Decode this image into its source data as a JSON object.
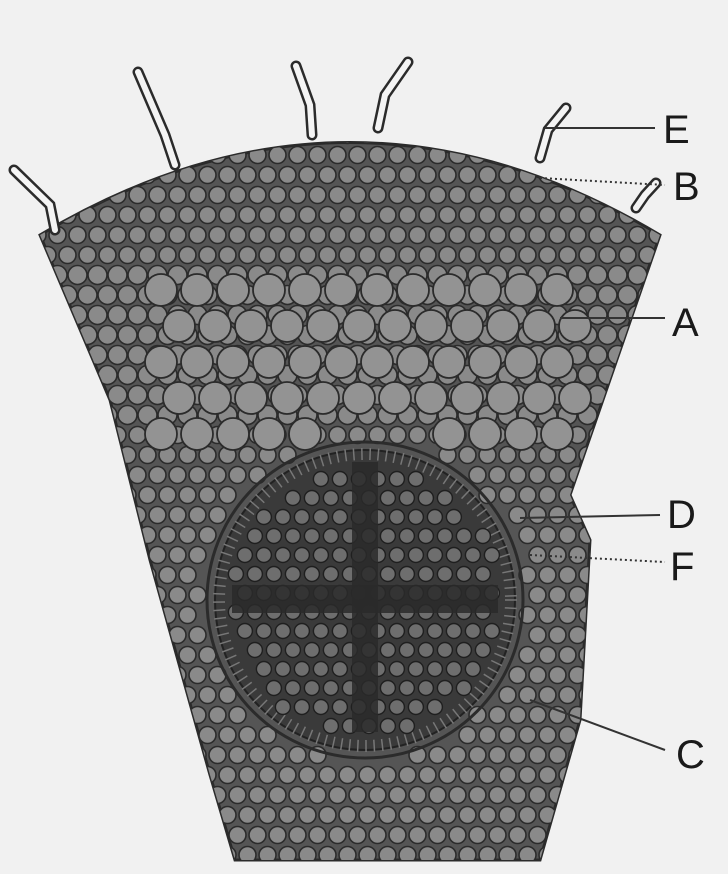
{
  "figure": {
    "labels": [
      {
        "id": "E",
        "text": "E",
        "pointer": "solid"
      },
      {
        "id": "B",
        "text": "B",
        "pointer": "dotted"
      },
      {
        "id": "A",
        "text": "A",
        "pointer": "solid"
      },
      {
        "id": "D",
        "text": "D",
        "pointer": "solid"
      },
      {
        "id": "F",
        "text": "F",
        "pointer": "dotted"
      },
      {
        "id": "C",
        "text": "C",
        "pointer": "solid"
      }
    ],
    "colors": {
      "background": "#f1f1f1",
      "cell_fill": "#8a8a8a",
      "cell_outline": "#2b2b2b",
      "stele_dark": "#3a3a3a",
      "root_hair": "#f4f4f4",
      "leader_line": "#333333"
    }
  }
}
